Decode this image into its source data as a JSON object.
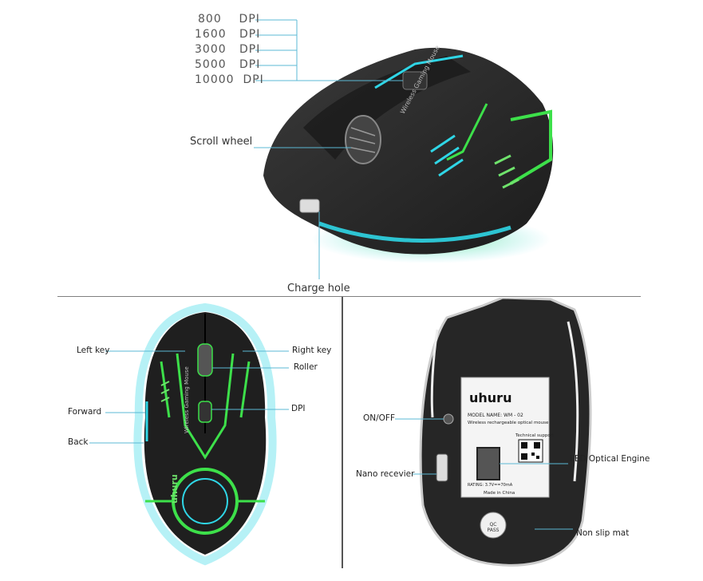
{
  "top_panel": {
    "dpi_levels": [
      {
        "value": "800",
        "unit": "DPI"
      },
      {
        "value": "1600",
        "unit": "DPI"
      },
      {
        "value": "3000",
        "unit": "DPI"
      },
      {
        "value": "5000",
        "unit": "DPI"
      },
      {
        "value": "10000",
        "unit": "DPI"
      }
    ],
    "scroll_wheel_label": "Scroll wheel",
    "charge_hole_label": "Charge hole",
    "mouse_side_text": "Wireless Gaming Mouse"
  },
  "left_panel": {
    "left_key_label": "Left key",
    "right_key_label": "Right key",
    "roller_label": "Roller",
    "forward_label": "Forward",
    "dpi_label": "DPI",
    "back_label": "Back",
    "mouse_text": "Wireless Gaming Mouse",
    "brand_text": "uhuru"
  },
  "right_panel": {
    "on_off_label": "ON/OFF",
    "nano_receiver_label": "Nano recevier",
    "led_engine_label": "LED Optical Engine",
    "non_slip_label": "Non slip mat",
    "brand_logo": "uhuru",
    "model_name": "MODEL NAME: WM - 02",
    "product_desc": "Wireless rechargeable optical mouse",
    "tech_support": "Technical support",
    "rating": "RATING: 3.7V==70mA",
    "made_in": "Made in China",
    "qc_pass": "QC PASS"
  },
  "colors": {
    "glow_green": "#3de04a",
    "glow_cyan": "#2fd6e6",
    "body_dark": "#262626",
    "line_cyan": "#5bb8d4"
  }
}
